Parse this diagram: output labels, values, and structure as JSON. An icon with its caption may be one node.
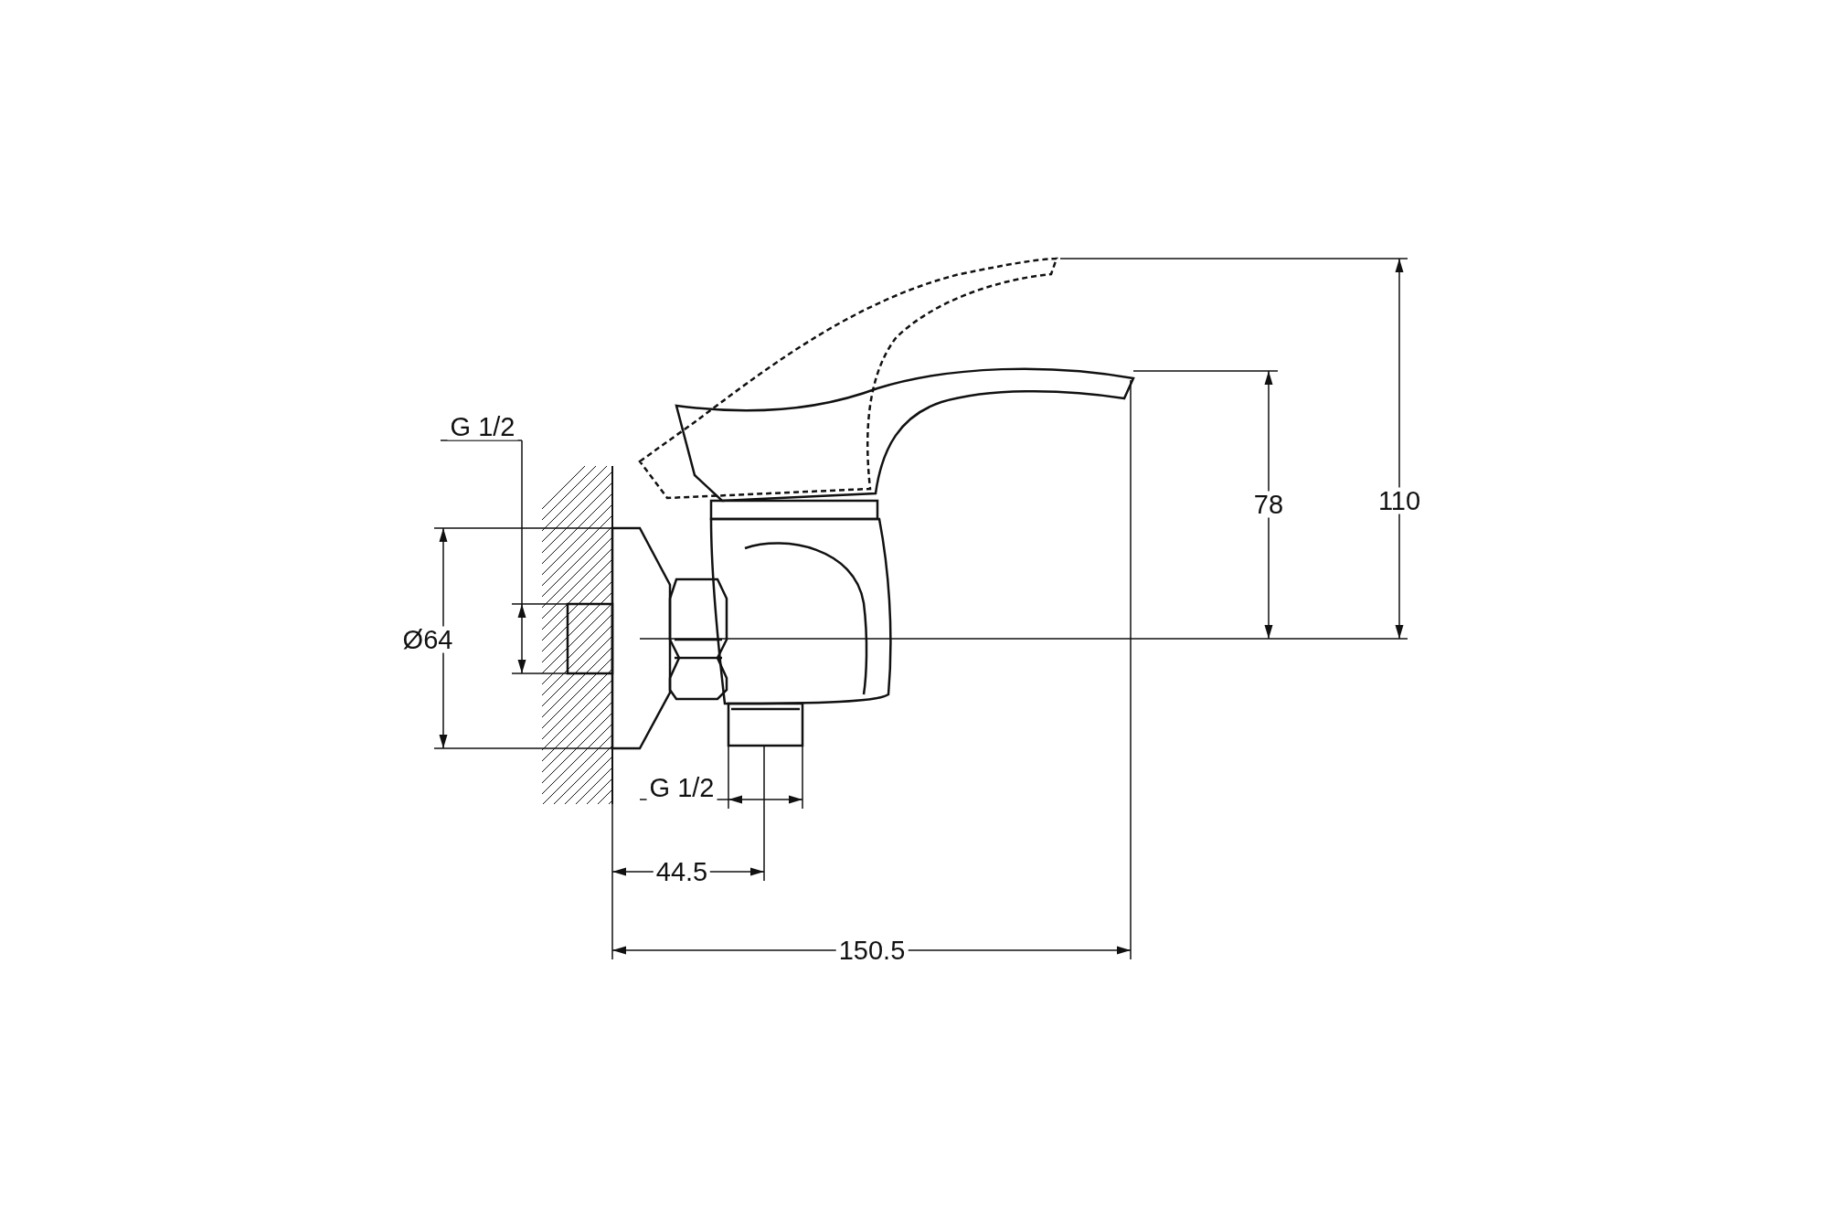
{
  "diagram": {
    "labels": [
      "G 1/2",
      "Ø64",
      "78",
      "110",
      "G 1/2",
      "44.5",
      "150.5"
    ]
  }
}
